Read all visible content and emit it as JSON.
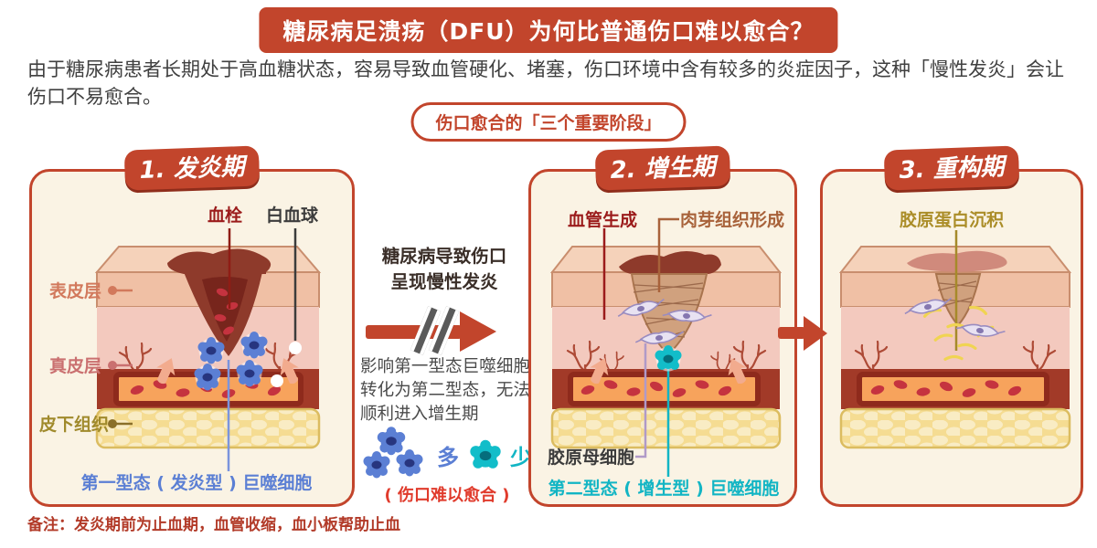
{
  "header": {
    "title": "糖尿病足溃疡（DFU）为何比普通伤口难以愈合？",
    "intro": "由于糖尿病患者长期处于高血糖状态，容易导致血管硬化、堵塞，伤口环境中含有较多的炎症因子，这种「慢性发炎」会让伤口不易愈合。",
    "badge": "伤口愈合的「三个重要阶段」"
  },
  "stages": [
    {
      "title": "1. 发炎期",
      "labels": {
        "thrombus": "血栓",
        "leukocyte": "白血球",
        "epidermis": "表皮层",
        "dermis": "真皮层",
        "subcutis": "皮下组织",
        "m1": "第一型态 ( 发炎型 ) 巨噬细胞"
      }
    },
    {
      "title": "2. 增生期",
      "labels": {
        "angiogenesis": "血管生成",
        "granulation": "肉芽组织形成",
        "fibroblast": "胶原母细胞",
        "m2": "第二型态 ( 增生型 ) 巨噬细胞"
      }
    },
    {
      "title": "3. 重构期",
      "labels": {
        "collagen": "胶原蛋白沉积"
      }
    }
  ],
  "transition": {
    "heading_line1": "糖尿病导致伤口",
    "heading_line2": "呈现慢性发炎",
    "body": "影响第一型态巨噬细胞转化为第二型态，无法顺利进入增生期",
    "m1_count": "多",
    "m2_count": "少",
    "caption": "( 伤口难以愈合 )"
  },
  "footnote": "备注：发炎期前为止血期，血管收缩，血小板帮助止血",
  "palette": {
    "accent_red": "#c2452c",
    "dark_red": "#9b1b1b",
    "panel_cream": "#faf3e4",
    "m1_blue": "#5b7fd4",
    "m2_teal": "#12b5c4",
    "epidermis_label": "#d2795c",
    "dermis_label": "#ca7070",
    "subcutis_label": "#a08a2c",
    "granulation_brown": "#a8623a",
    "collagen_olive": "#ab8d28",
    "note_red": "#b23a28"
  }
}
